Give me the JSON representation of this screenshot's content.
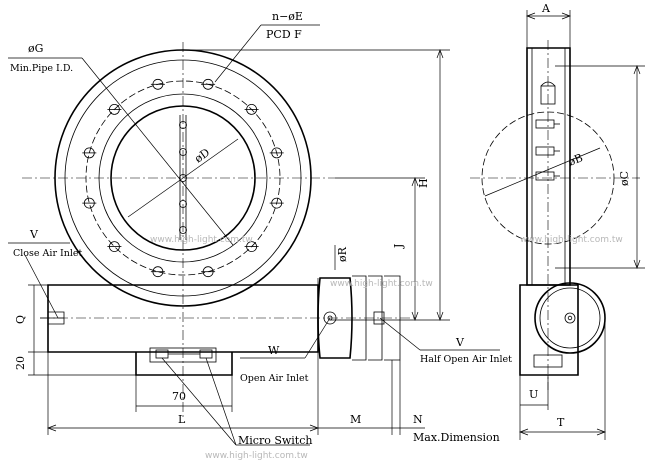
{
  "labels": {
    "n_bolt": "n−øE",
    "pcd": "PCD F",
    "dia_g": "øG",
    "min_pipe": "Min.Pipe I.D.",
    "dia_d": "øD",
    "dia_r": "øR",
    "dim_h": "H",
    "dim_j": "J",
    "dim_a": "A",
    "dia_b": "øB",
    "dia_c": "øC",
    "v_left": "V",
    "close_air": "Close Air Inlet",
    "q": "Q",
    "twenty": "20",
    "seventy": "70",
    "l": "L",
    "m": "M",
    "n": "N",
    "max_dim": "Max.Dimension",
    "w": "W",
    "open_air": "Open Air Inlet",
    "v_right": "V",
    "half_open": "Half Open Air Inlet",
    "micro_switch": "Micro Switch",
    "u": "U",
    "t": "T"
  },
  "watermark": "www.high-light.com.tw"
}
